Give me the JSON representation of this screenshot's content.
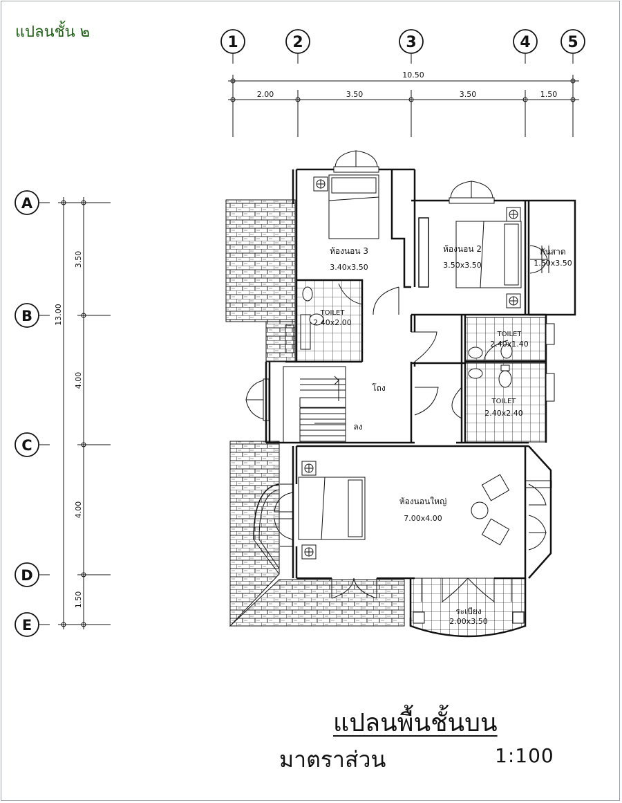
{
  "heading": "แปลนชั้น ๒",
  "grid": {
    "columns": [
      "1",
      "2",
      "3",
      "4",
      "5"
    ],
    "rows": [
      "A",
      "B",
      "C",
      "D",
      "E"
    ]
  },
  "dimensions": {
    "overall_width": "10.50",
    "column_spans": [
      "2.00",
      "3.50",
      "3.50",
      "1.50"
    ],
    "overall_depth": "13.00",
    "row_spans": [
      "3.50",
      "4.00",
      "4.00",
      "1.50"
    ]
  },
  "rooms": {
    "bedroom3": {
      "name": "ห้องนอน 3",
      "size": "3.40x3.50"
    },
    "bedroom2": {
      "name": "ห้องนอน 2",
      "size": "3.50x3.50"
    },
    "balcony_side": {
      "name": "กันสาด",
      "size": "1.50x3.50"
    },
    "toilet_left": {
      "name": "TOILET",
      "size": "2.40x2.00"
    },
    "toilet_right_top": {
      "name": "TOILET",
      "size": "2.40x1.40"
    },
    "toilet_right_bottom": {
      "name": "TOILET",
      "size": "2.40x2.40"
    },
    "hall": {
      "name": "โถง"
    },
    "stair_down": {
      "name": "ลง"
    },
    "master_bedroom": {
      "name": "ห้องนอนใหญ่",
      "size": "7.00x4.00"
    },
    "veranda": {
      "name": "ระเบียง",
      "size": "2.00x3.50"
    }
  },
  "title": "แปลนพื้นชั้นบน",
  "scale_label": "มาตราส่วน",
  "scale_value": "1:100"
}
